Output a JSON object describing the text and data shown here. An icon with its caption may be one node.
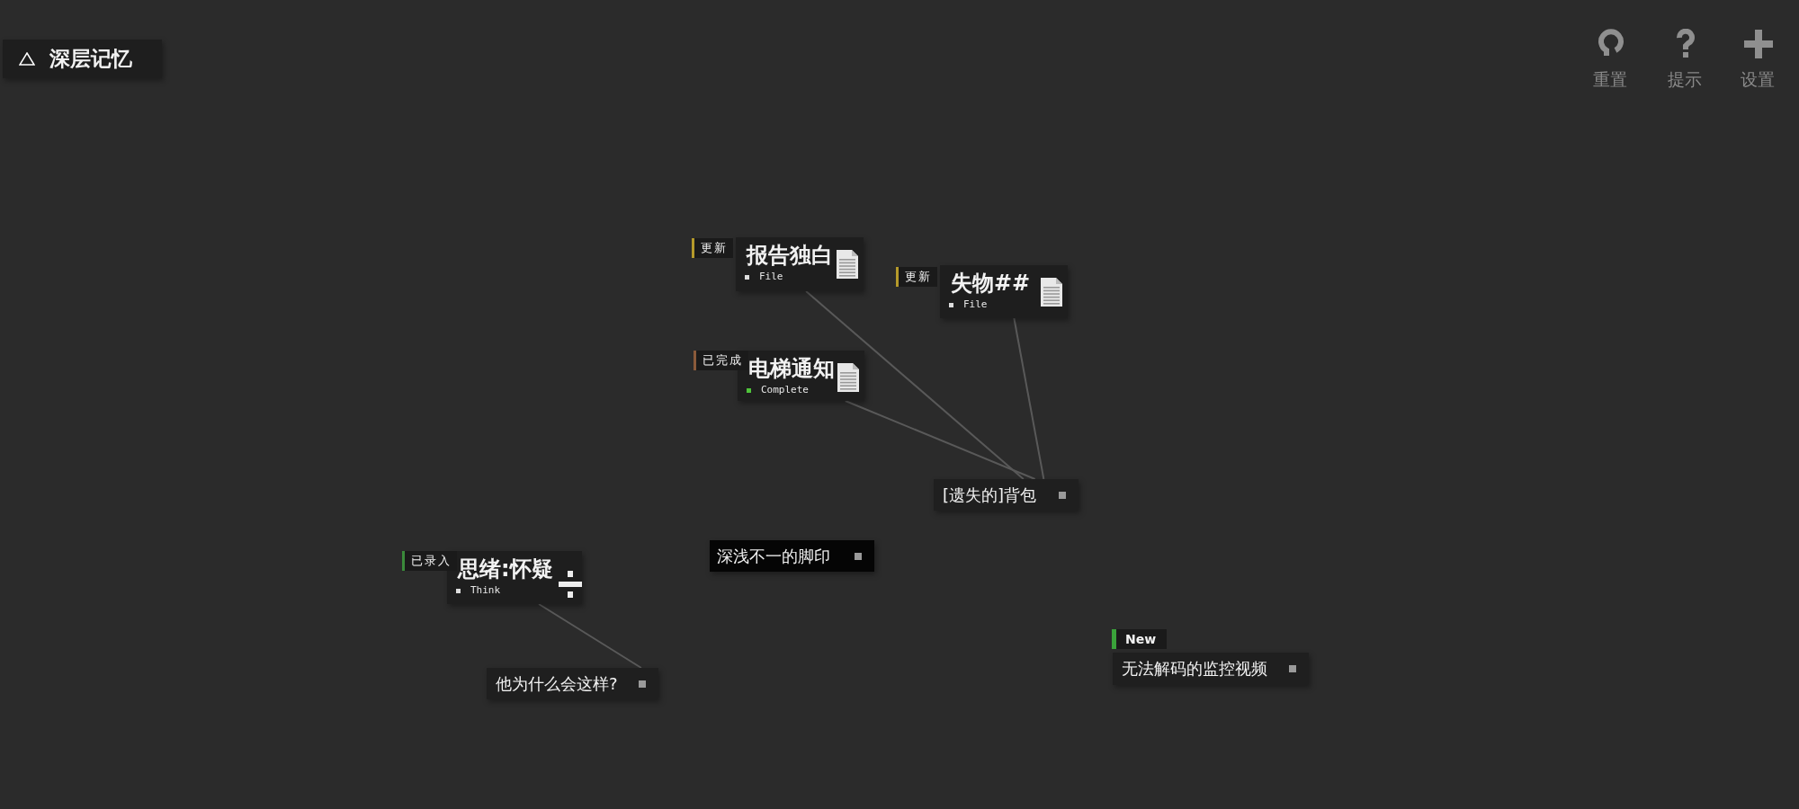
{
  "diagram": {
    "title": "深层记忆",
    "nodes": [
      {
        "text": [
          "报告独白",
          "File"
        ],
        "beside": [
          "更新"
        ]
      },
      {
        "text": [
          "失物##",
          "File"
        ],
        "beside": [
          "更新"
        ]
      },
      {
        "text": [
          "电梯通知",
          "Complete"
        ],
        "beside": [
          "已完成"
        ]
      },
      {
        "text": [
          "[遗失的]背包"
        ]
      },
      {
        "text": [
          "深浅不一的脚印"
        ]
      },
      {
        "text": [
          "思绪:怀疑",
          "Think"
        ],
        "beside": [
          "已录入"
        ]
      },
      {
        "text": [
          "他为什么会这样?"
        ]
      },
      {
        "text": [
          "无法解码的监控视频"
        ],
        "beside": [
          "New"
        ]
      }
    ],
    "edges": [
      {
        "from": 0,
        "to": 3,
        "arrow": "none"
      },
      {
        "from": 1,
        "to": 3,
        "arrow": "none"
      },
      {
        "from": 2,
        "to": 3,
        "arrow": "none"
      },
      {
        "from": 5,
        "to": 6,
        "arrow": "none"
      }
    ],
    "labels": [
      "重置",
      "提示",
      "设置"
    ]
  }
}
